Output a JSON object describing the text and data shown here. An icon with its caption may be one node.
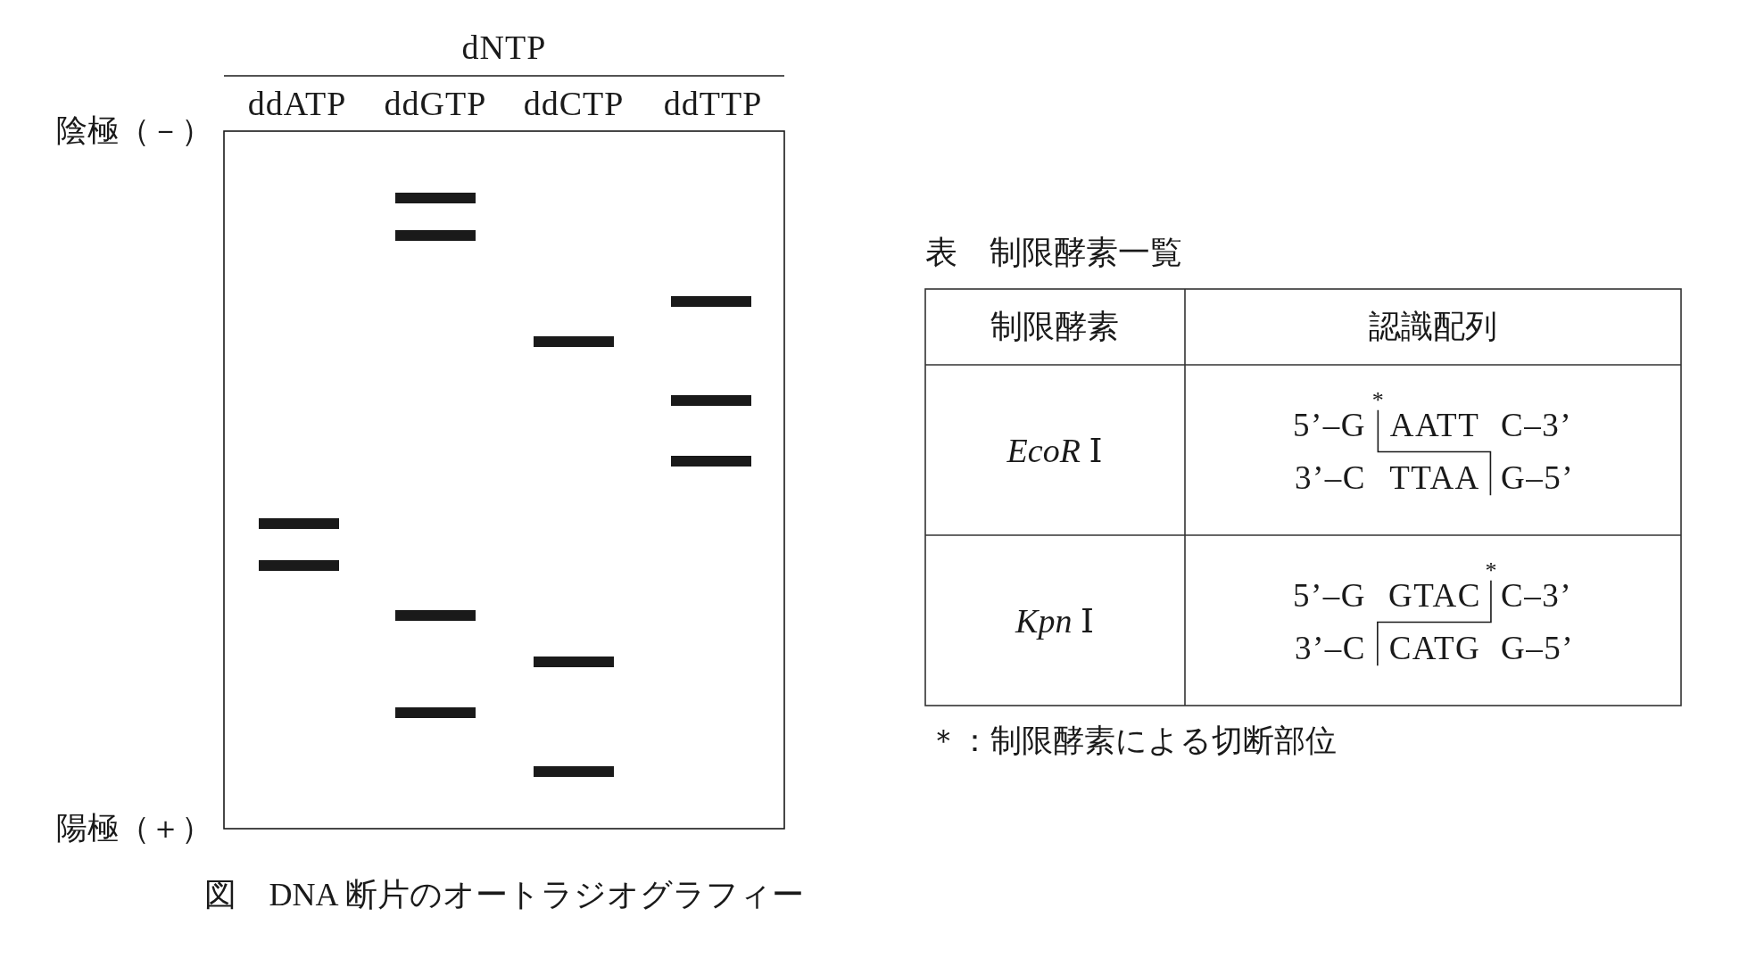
{
  "diagram": {
    "caption": "図　DNA 断片のオートラジオグラフィー",
    "labels": [
      "dNTP",
      "ddATP",
      "ddGTP",
      "ddCTP",
      "ddTTP",
      "陰極（－）",
      "陽極（＋）",
      "表　制限酵素一覧",
      "制限酵素",
      "認識配列",
      "*EcoR* Ⅰ",
      "*",
      "5’–G",
      "AATT",
      "C–3’",
      "3’–C",
      "TTAA",
      "G–5’",
      "*Kpn* Ⅰ",
      "*",
      "5’–G",
      "GTAC",
      "C–3’",
      "3’–C",
      "CATG",
      "G–5’",
      "＊：制限酵素による切断部位"
    ]
  }
}
